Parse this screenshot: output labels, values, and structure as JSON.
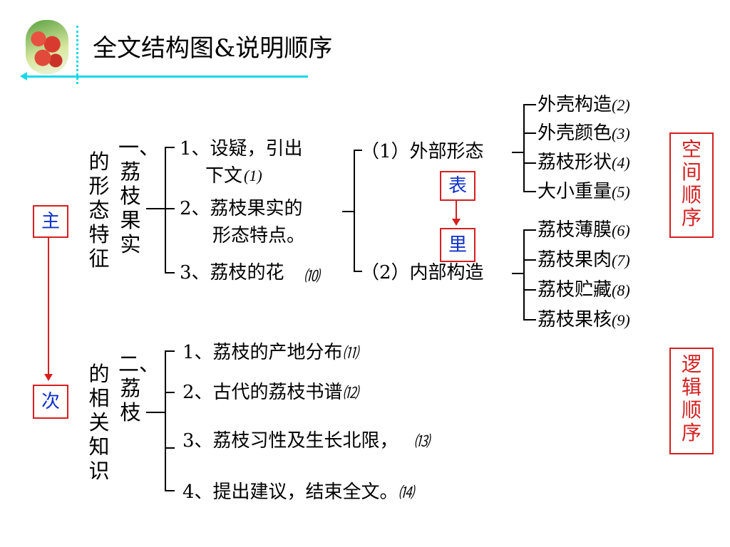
{
  "title": "全文结构图&说明顺序",
  "logo_icon": "lychee-photo",
  "colors": {
    "cyan": "#19d8e8",
    "red": "#d42020",
    "blue": "#1030c8"
  },
  "part1": {
    "heading": "一、荔枝果实的形态特征",
    "col_right": "一、荔枝果实",
    "col_left": "的形态特征",
    "items": [
      {
        "line1": "1、设疑，引出",
        "line2": "下文",
        "num": "(1)"
      },
      {
        "line1": "2、荔枝果实的",
        "line2": "形态特点。"
      },
      {
        "line1": "3、荔枝的花",
        "num": "⑽"
      }
    ],
    "external": {
      "label": "（1）外部形态",
      "items": [
        {
          "text": "外壳构造",
          "num": "(2)"
        },
        {
          "text": "外壳颜色",
          "num": "(3)"
        },
        {
          "text": "荔枝形状",
          "num": "(4)"
        },
        {
          "text": "大小重量",
          "num": "(5)"
        }
      ]
    },
    "internal": {
      "label": "（2）内部构造",
      "items": [
        {
          "text": "荔枝薄膜",
          "num": "(6)"
        },
        {
          "text": "荔枝果肉",
          "num": "(7)"
        },
        {
          "text": "荔枝贮藏",
          "num": "(8)"
        },
        {
          "text": "荔枝果核",
          "num": "(9)"
        }
      ]
    }
  },
  "part2": {
    "col_right": "二、荔枝",
    "col_left": "的相关知识",
    "items": [
      {
        "text": "1、荔枝的产地分布",
        "num": "⑾"
      },
      {
        "text": "2、古代的荔枝书谱",
        "num": "⑿"
      },
      {
        "text": "3、荔枝习性及生长北限，",
        "num": "⒀"
      },
      {
        "text": "4、提出建议，结束全文。",
        "num": "⒁"
      }
    ]
  },
  "order_labels": {
    "primary": "主",
    "secondary": "次",
    "surface": "表",
    "inside": "里",
    "spatial": "空间顺序",
    "logical": "逻辑顺序"
  }
}
